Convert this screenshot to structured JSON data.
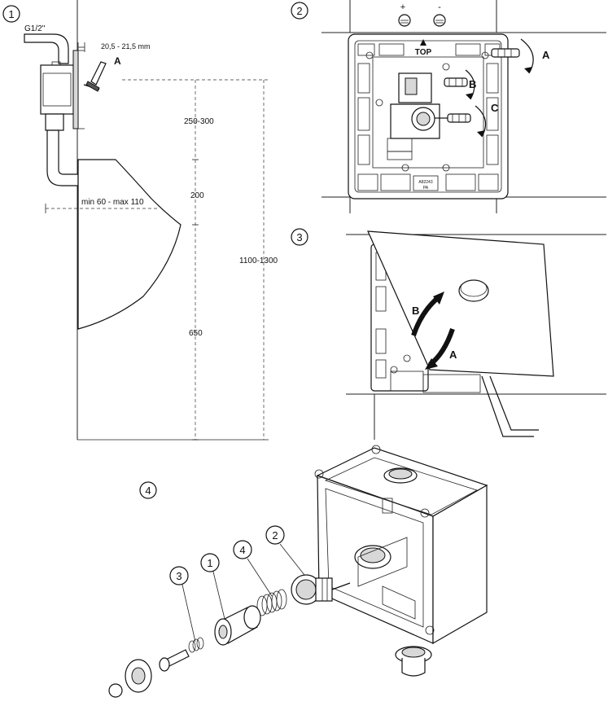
{
  "steps": {
    "s1": "1",
    "s2": "2",
    "s3": "3",
    "s4": "4"
  },
  "fig1": {
    "connector": "G1/2''",
    "offset_range": "20,5 - 21,5 mm",
    "marker_a": "A",
    "dim_250_300": "250-300",
    "dim_200": "200",
    "dim_min_max": "min 60 - max 110",
    "dim_1100_1300": "1100-1300",
    "dim_650": "650"
  },
  "fig2": {
    "plus": "+",
    "minus": "-",
    "top_label": "TOP",
    "marker_a": "A",
    "marker_b": "B",
    "marker_c": "C",
    "plate_line1": "A82243",
    "plate_line2": "PA"
  },
  "fig3": {
    "marker_a": "A",
    "marker_b": "B"
  },
  "fig4": {
    "part_1": "1",
    "part_2": "2",
    "part_3": "3",
    "part_4": "4"
  }
}
